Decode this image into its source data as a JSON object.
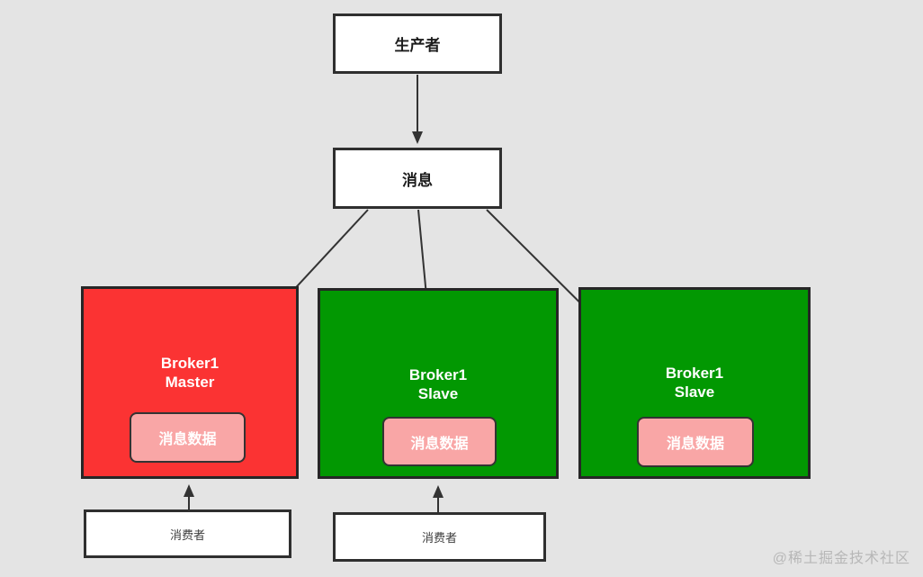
{
  "diagram": {
    "producer": {
      "label": "生产者"
    },
    "message": {
      "label": "消息"
    },
    "brokers": [
      {
        "name": "Broker1",
        "role": "Master",
        "data_label": "消息数据",
        "color": "#fb3333"
      },
      {
        "name": "Broker1",
        "role": "Slave",
        "data_label": "消息数据",
        "color": "#029802"
      },
      {
        "name": "Broker1",
        "role": "Slave",
        "data_label": "消息数据",
        "color": "#029802"
      }
    ],
    "consumers": [
      {
        "label": "消费者"
      },
      {
        "label": "消费者"
      }
    ],
    "watermark": "@稀土掘金技术社区",
    "colors": {
      "background": "#e4e4e4",
      "master_red": "#fb3333",
      "slave_green": "#029802",
      "data_box_pink": "#f9a6a6",
      "line": "#333333"
    }
  }
}
